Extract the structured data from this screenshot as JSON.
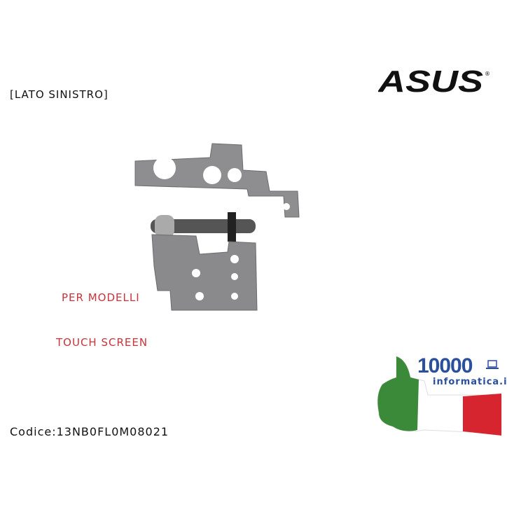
{
  "side_label": "[LATO SINISTRO]",
  "brand_logo": "ASUS",
  "models_line1": "PER MODELLI",
  "models_line2": "TOUCH SCREEN",
  "code_label": "Codice:13NB0FL0M08021",
  "shop_logo": {
    "number": "10000",
    "domain": "informatica.it",
    "icon": "laptop-icon"
  },
  "colors": {
    "accent_red": "#c8343a",
    "shop_blue": "#2a4f9c",
    "flag_green": "#3a8a3a",
    "flag_red": "#d7252f"
  }
}
